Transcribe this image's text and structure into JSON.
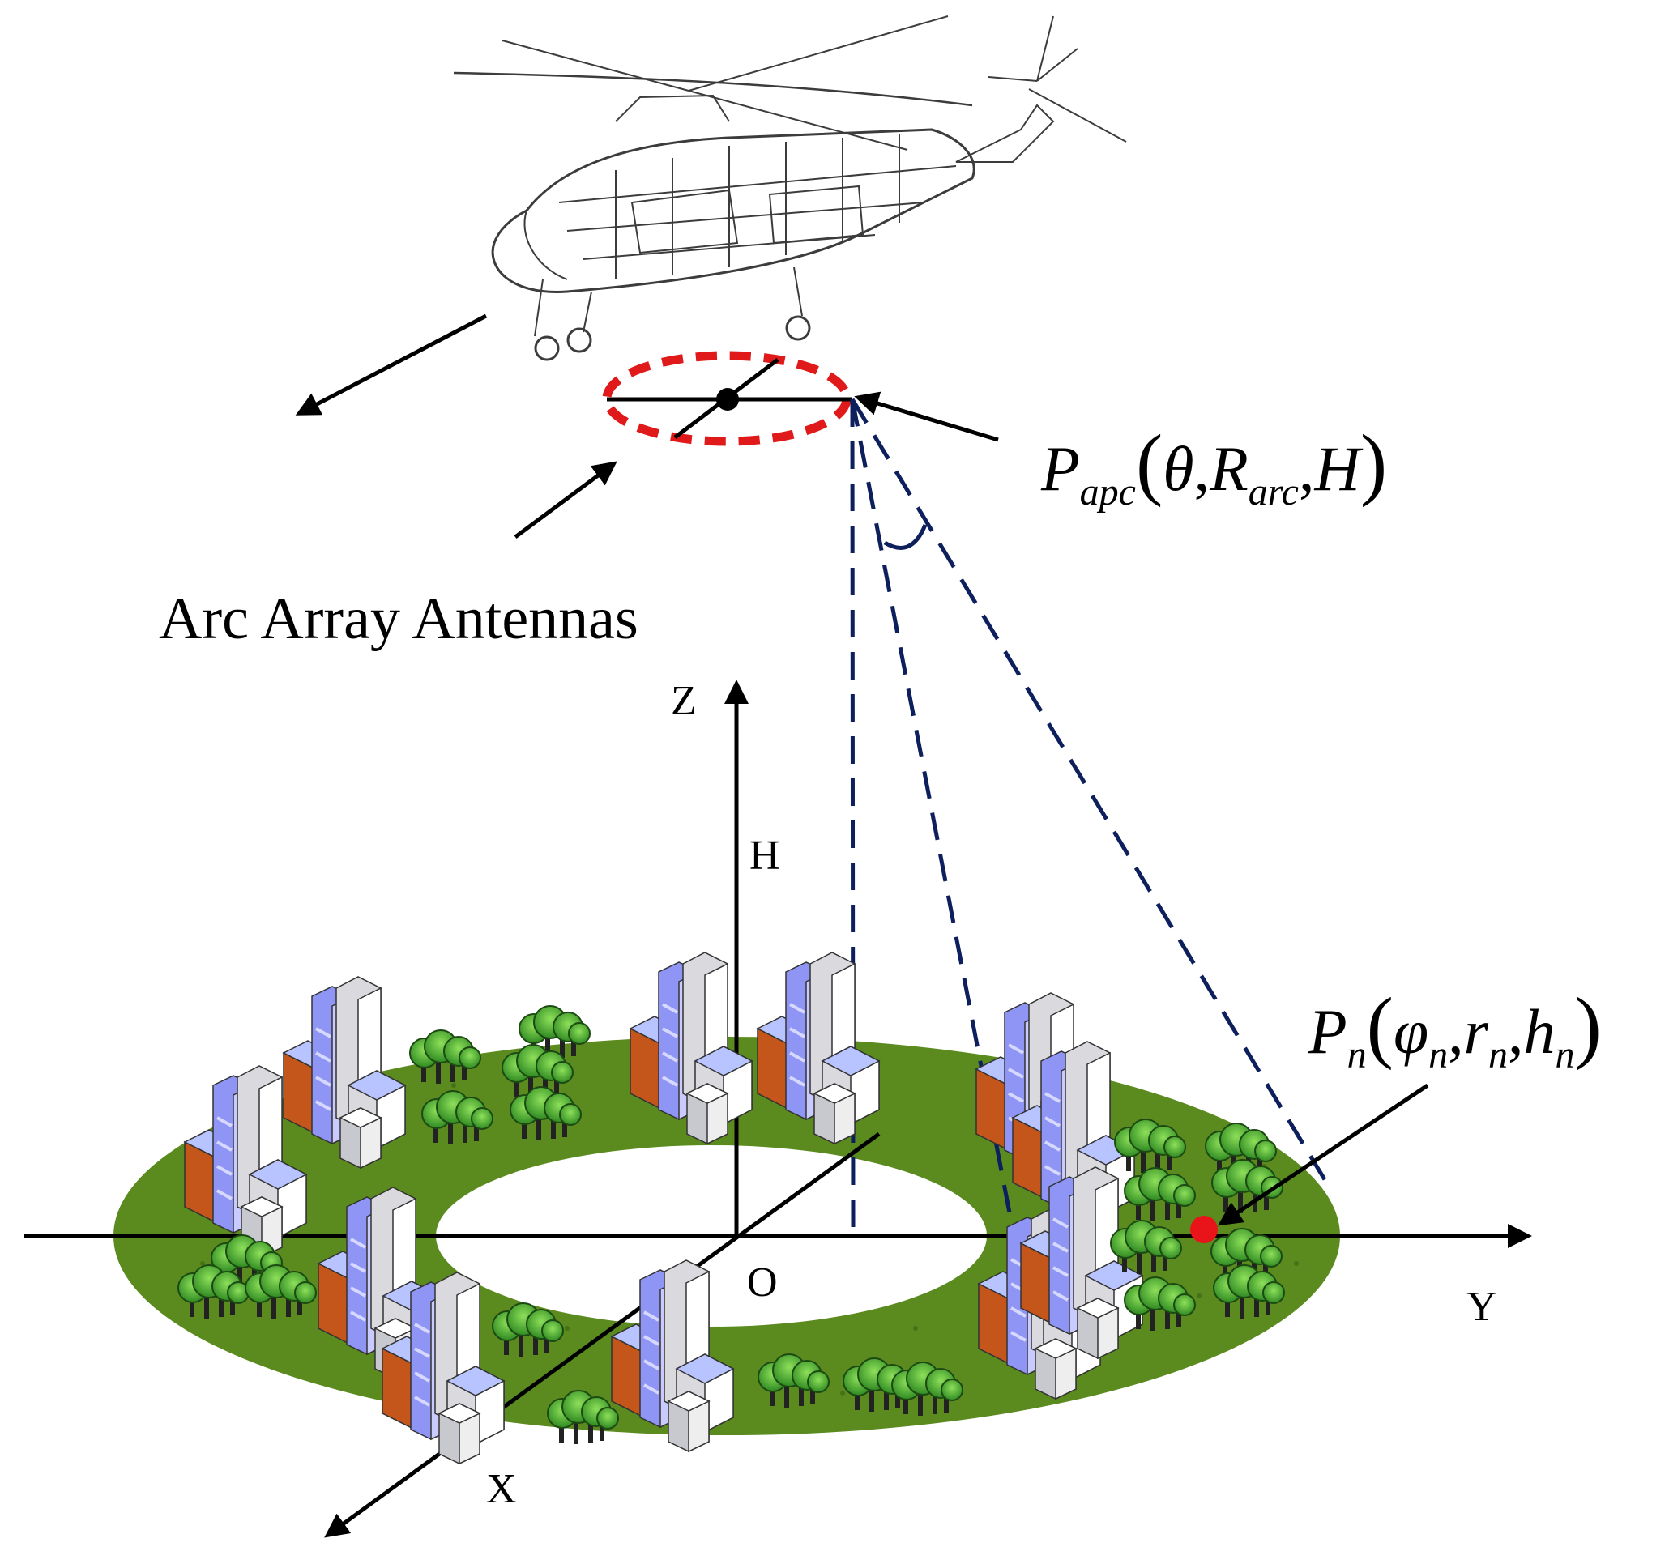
{
  "labels": {
    "antenna_caption": "Arc Array Antennas",
    "axis_z": "Z",
    "axis_y": "Y",
    "axis_x": "X",
    "origin": "O",
    "height": "H"
  },
  "apc_point": {
    "symbol": "P",
    "subscript": "apc",
    "arg1": "θ",
    "arg2_symbol": "R",
    "arg2_subscript": "arc",
    "arg3": "H"
  },
  "target_point": {
    "symbol": "P",
    "subscript": "n",
    "arg1": "φ",
    "arg1_sub": "n",
    "arg2": "r",
    "arg2_sub": "n",
    "arg3": "h",
    "arg3_sub": "n"
  },
  "colors": {
    "ground": "#5b8a1f",
    "array_ellipse": "#e01a1a",
    "beam_lines": "#0d1f5c",
    "target_point": "#e8141a",
    "building_face": "#d9d9de",
    "building_glass": "#8f95f5",
    "building_brick": "#c4561c",
    "tree_canopy": "#43a82a"
  }
}
